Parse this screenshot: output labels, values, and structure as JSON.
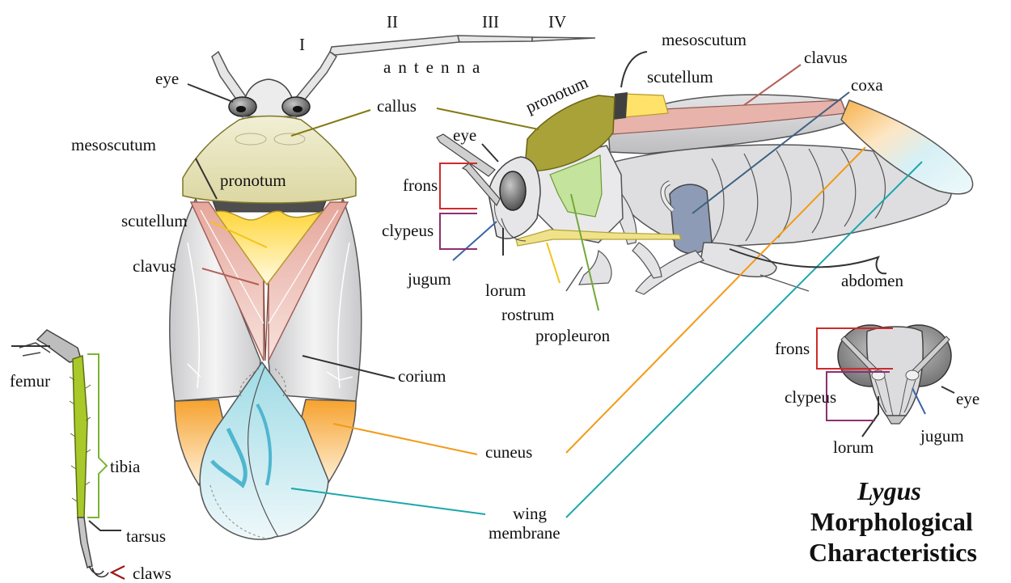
{
  "colors": {
    "pronotum": "#e4e0b4",
    "callus_side": "#a8a238",
    "scutellum": "#ffe26a",
    "clavus": "#e8b3aa",
    "cuneus": "#f7a93a",
    "membrane": "#bfe6ec",
    "propleuron": "#b9dc8e",
    "coxa": "#8e9bb6",
    "tibia": "#a9c92a",
    "leader_callus": "#857a14",
    "leader_scutellum": "#f2c416",
    "leader_clavus": "#b45f55",
    "leader_cuneus": "#f39a17",
    "leader_membrane": "#1ba7ab",
    "leader_coxa": "#3f6282",
    "leader_propleuron": "#73a83a",
    "leader_jugum": "#3b63a8",
    "bracket_frons": "#cf2a2a",
    "bracket_clypeus": "#8e2f72",
    "bracket_tibia": "#7ab534",
    "claw_mark": "#9a1a1a"
  },
  "labels": {
    "ant_I": "I",
    "ant_II": "II",
    "ant_III": "III",
    "ant_IV": "IV",
    "antenna": "antenna",
    "eye_top": "eye",
    "mesoscutum_top": "mesoscutum",
    "pronotum_top": "pronotum",
    "scutellum_top": "scutellum",
    "clavus_top": "clavus",
    "corium": "corium",
    "cuneus": "cuneus",
    "wing_1": "wing",
    "wing_2": "membrane",
    "callus": "callus",
    "mesoscutum_side": "mesoscutum",
    "clavus_side": "clavus",
    "scutellum_side": "scutellum",
    "coxa": "coxa",
    "pronotum_side": "pronotum",
    "eye_side": "eye",
    "frons_side": "frons",
    "clypeus_side": "clypeus",
    "jugum_side": "jugum",
    "lorum_side": "lorum",
    "rostrum": "rostrum",
    "propleuron": "propleuron",
    "abdomen": "abdomen",
    "femur": "femur",
    "tibia": "tibia",
    "tarsus": "tarsus",
    "claws": "claws",
    "frons_face": "frons",
    "clypeus_face": "clypeus",
    "eye_face": "eye",
    "lorum_face": "lorum",
    "jugum_face": "jugum",
    "title_genus": "Lygus",
    "title_line2": "Morphological",
    "title_line3": "Characteristics"
  }
}
